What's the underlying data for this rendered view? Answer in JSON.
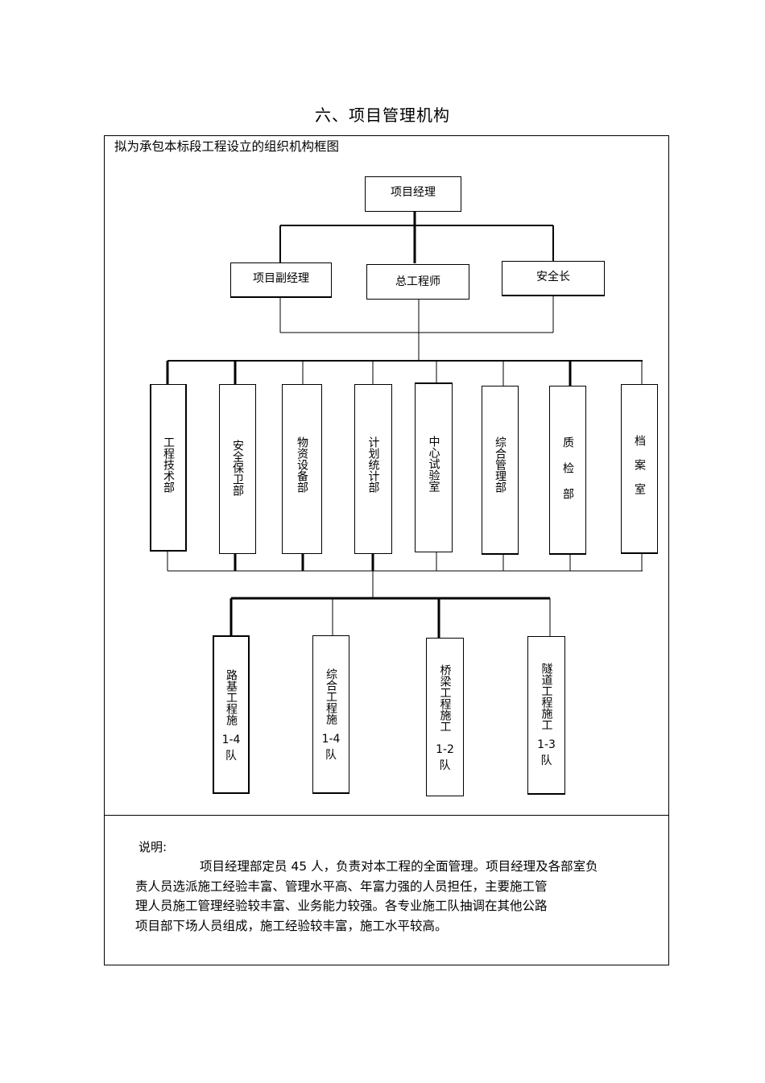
{
  "title": "六、项目管理机构",
  "caption": "拟为承包本标段工程设立的组织机构框图",
  "top": {
    "manager": "项目经理"
  },
  "level2": {
    "deputy": "项目副经理",
    "chief_engineer": "总工程师",
    "safety": "安全长"
  },
  "departments": [
    "工程技术部",
    "安全保卫部",
    "物资设备部",
    "计划统计部",
    "中心试验室",
    "综合管理部",
    "质检部",
    "档案室"
  ],
  "teams": [
    {
      "name": "路基工程施",
      "count": "1-4",
      "unit": "队"
    },
    {
      "name": "综合工程施",
      "count": "1-4",
      "unit": "队"
    },
    {
      "name": "桥梁工程施工",
      "count": "1-2",
      "unit": "队"
    },
    {
      "name": "隧道工程施工",
      "count": "1-3",
      "unit": "队"
    }
  ],
  "note": {
    "label": "说明:",
    "lines": [
      "项目经理部定员   45 人，负责对本工程的全面管理。项目经理及各部室负",
      "责人员选派施工经验丰富、管理水平高、年富力强的人员担任，主要施工管",
      "理人员施工管理经验较丰富、业务能力较强。各专业施工队抽调在其他公路",
      "项目部下场人员组成，施工经验较丰富，施工水平较高。"
    ]
  }
}
